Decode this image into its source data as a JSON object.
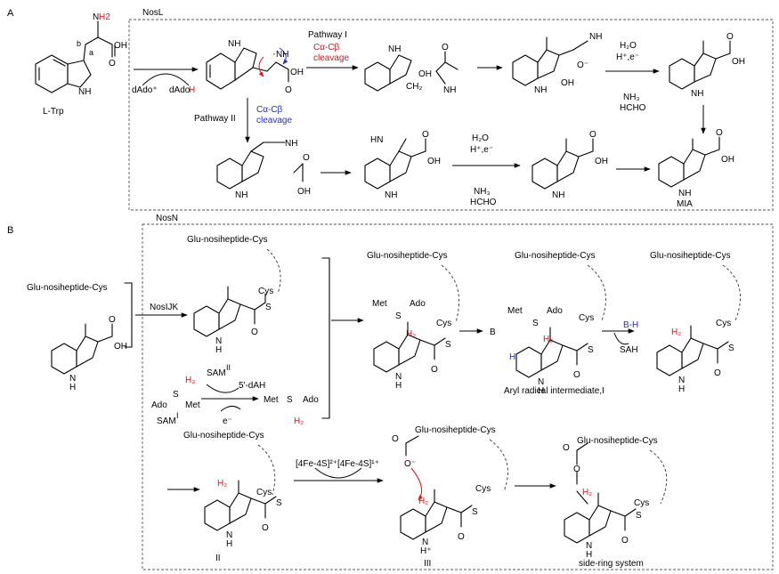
{
  "colors": {
    "red": "#e0111b",
    "blue": "#1d2ad8",
    "black": "#000000",
    "frame": "#555555"
  },
  "panels": {
    "a": {
      "letter": "A",
      "enzyme": "NosL"
    },
    "b": {
      "letter": "B",
      "enzyme": "NosN"
    }
  },
  "panel_a": {
    "substrate_label": "L-Trp",
    "nh2_N": "N",
    "nh2_H2": "H2",
    "pos_a": "a",
    "pos_b": "b",
    "oh": "OH",
    "nh": "NH",
    "o": "O",
    "oh2": "OH",
    "nh_ring": "NH",
    "dado_plus": "dAdo⁺",
    "dado": "dAdo",
    "dado_h": "H",
    "radical_nh": "NH",
    "radical_dot": "·",
    "pathway_i": "Pathway I",
    "cleavage_i_1": "Cα-Cβ",
    "cleavage_i_2": "cleavage",
    "pathway_ii": "Pathway II",
    "cleavage_ii_1": "Cα-Cβ",
    "cleavage_ii_2": "cleavage",
    "ch2": "CH₂",
    "nh_frag": "NH",
    "imine": "NH",
    "o_minus": "O⁻",
    "h2o_1": "H₂O",
    "h_e_1": "H⁺,e⁻",
    "nh3_1": "NH₃",
    "hcho_1": "HCHO",
    "h2o_2": "H₂O",
    "h_e_2": "H⁺,e⁻",
    "nh3_2": "NH₃",
    "hcho_2": "HCHO",
    "hn": "HN",
    "mia": "MIA"
  },
  "panel_b": {
    "peptide": "Glu-nosiheptide-Cys",
    "cys": "Cys",
    "s": "S",
    "enzyme_complex": "NosIJK",
    "sam_ii": "SAM",
    "sam_ii_sup": "II",
    "sam_i": "SAM",
    "sam_i_sup": "I",
    "dah": "5'-dAH",
    "e_minus": "e⁻",
    "ch3": "H₃",
    "ado": "Ado",
    "met": "Met",
    "ch2": "H₂",
    "base": "B",
    "base_h": "B-H",
    "sah": "SAH",
    "aryl_radical": "Aryl radical intermediate,I",
    "label_ii": "II",
    "label_iii": "III",
    "fes": "[4Fe-4S]²⁺[4Fe-4S]¹⁺",
    "o_minus": "O⁻",
    "side_ring": "side-ring system",
    "nh_h": "H⁺",
    "nh": "N",
    "h": "H",
    "o": "O",
    "oh": "OH"
  }
}
